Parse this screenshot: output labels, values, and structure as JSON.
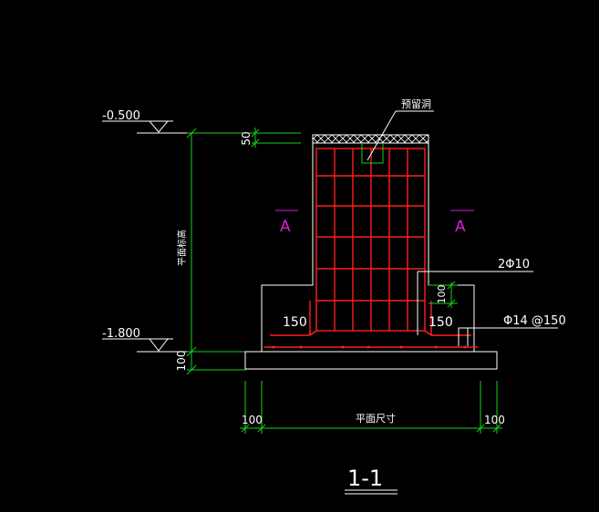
{
  "drawing": {
    "section_title": "1-1",
    "elevations": {
      "top": "-0.500",
      "bottom": "-1.800"
    },
    "dimensions": {
      "top_cover": "50",
      "base_height": "100",
      "rebar_hook": "100",
      "left_projection": "100",
      "right_projection": "100",
      "plan_size": "平面尺寸",
      "vertical_depth": "平面标高"
    },
    "labels": {
      "reserved_hole": "预留洞",
      "section_mark_left": "A",
      "section_mark_right": "A",
      "rebar_callout": "2Φ10",
      "bottom_rebar": "Φ14 @150",
      "step_left": "150",
      "step_right": "150"
    },
    "colors": {
      "background": "#000000",
      "outline": "#ffffff",
      "dimension": "#17d017",
      "rebar": "#ff1e1e",
      "section_mark": "#d81ed8"
    }
  }
}
